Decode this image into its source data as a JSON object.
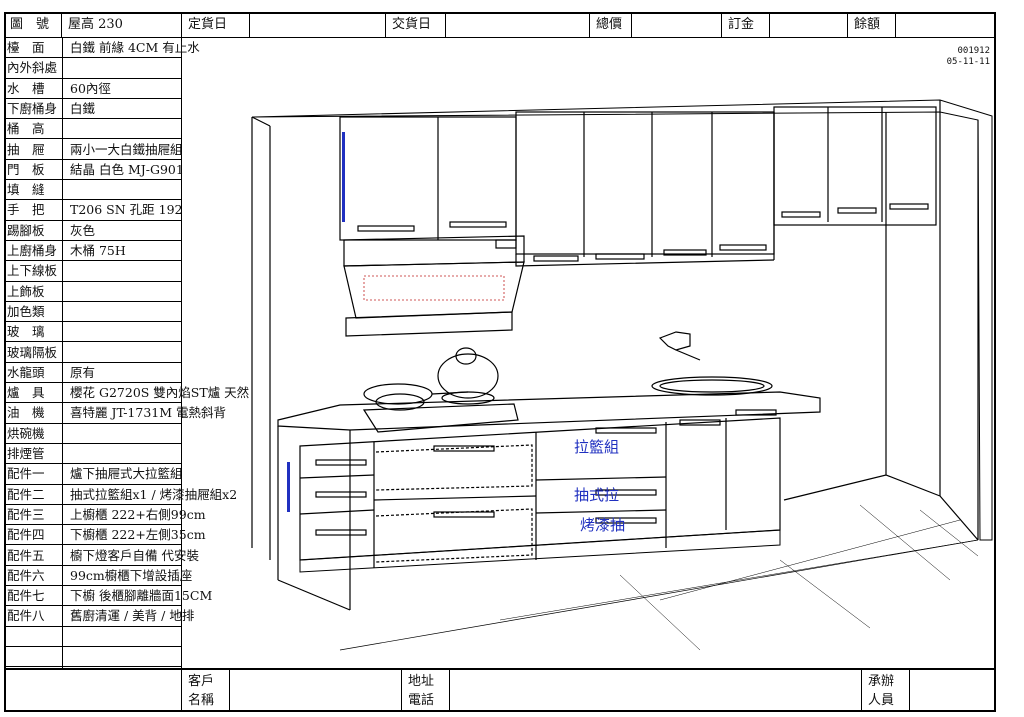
{
  "header": {
    "drawing_no_label": "圖　號",
    "drawing_no_value": "屋高 230",
    "order_date": "定貨日",
    "delivery_date": "交貨日",
    "total_price": "總價",
    "deposit": "訂金",
    "balance": "餘額"
  },
  "code": {
    "line1": "001912",
    "line2": "05-11-11"
  },
  "spec": [
    {
      "k": "檯　面",
      "v": "白鐵 前緣 4CM 有止水"
    },
    {
      "k": "內外斜處",
      "v": ""
    },
    {
      "k": "水　槽",
      "v": "60內徑"
    },
    {
      "k": "下廚桶身",
      "v": "白鐵"
    },
    {
      "k": "桶　高",
      "v": ""
    },
    {
      "k": "抽　屜",
      "v": "兩小一大白鐵抽屜組"
    },
    {
      "k": "門　板",
      "v": "結晶 白色 MJ-G901"
    },
    {
      "k": "填　縫",
      "v": ""
    },
    {
      "k": "手　把",
      "v": "T206 SN 孔距 192"
    },
    {
      "k": "踢腳板",
      "v": "灰色"
    },
    {
      "k": "上廚桶身",
      "v": "木桶 75H"
    },
    {
      "k": "上下線板",
      "v": ""
    },
    {
      "k": "上飾板",
      "v": ""
    },
    {
      "k": "加色類",
      "v": ""
    },
    {
      "k": "玻　璃",
      "v": ""
    },
    {
      "k": "玻璃隔板",
      "v": ""
    },
    {
      "k": "水龍頭",
      "v": "原有"
    },
    {
      "k": "爐　具",
      "v": "櫻花 G2720S 雙內焰ST爐 天然"
    },
    {
      "k": "油　機",
      "v": "喜特麗 JT-1731M 電熱斜背"
    },
    {
      "k": "烘碗機",
      "v": ""
    },
    {
      "k": "排煙管",
      "v": ""
    },
    {
      "k": "配件一",
      "v": "爐下抽屜式大拉籃組"
    },
    {
      "k": "配件二",
      "v": "抽式拉籃組x1 / 烤漆抽屜組x2"
    },
    {
      "k": "配件三",
      "v": "上櫥櫃 222+右側99cm"
    },
    {
      "k": "配件四",
      "v": "下櫥櫃 222+左側35cm"
    },
    {
      "k": "配件五",
      "v": "櫥下燈客戶自備 代安裝"
    },
    {
      "k": "配件六",
      "v": "99cm櫥櫃下增設插座"
    },
    {
      "k": "配件七",
      "v": "下櫥 後櫃腳離牆面15CM"
    },
    {
      "k": "配件八",
      "v": "舊廚清運 / 美背 / 地排"
    },
    {
      "k": "",
      "v": ""
    },
    {
      "k": "",
      "v": ""
    }
  ],
  "footer": {
    "client_1": "客戶",
    "client_2": "名稱",
    "addr_1": "地址",
    "addr_2": "電話",
    "staff_1": "承辦",
    "staff_2": "人員"
  },
  "drawing": {
    "label_basket": "拉籃組",
    "label_pull": "抽式拉",
    "label_drawer": "烤漆抽"
  }
}
